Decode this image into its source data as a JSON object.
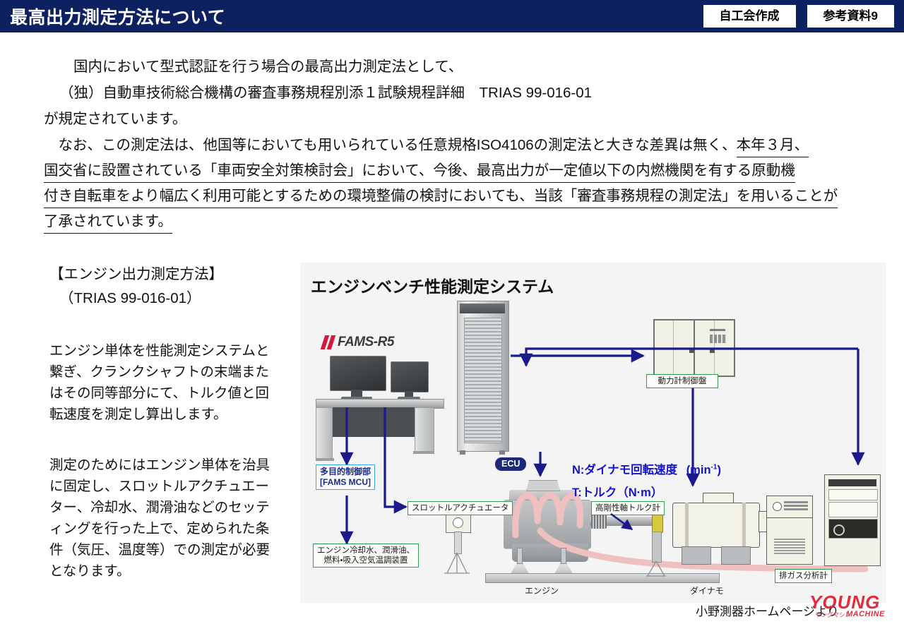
{
  "header": {
    "title": "最高出力測定方法について",
    "tags": [
      "自工会作成",
      "参考資料9"
    ],
    "bg_color": "#0d2060"
  },
  "body": {
    "paragraph1": [
      "国内において型式認証を行う場合の最高出力測定法として、",
      "（独）自動車技術総合機構の審査事務規程別添１試験規程詳細　TRIAS 99-016-01",
      "が規定されています。"
    ],
    "paragraph2": {
      "line1_plain": "　なお、この測定法は、他国等においても用いられている任意規格ISO4106の測定法と大きな差異は無く、",
      "line1_underlined": "本年３月、",
      "line2_underlined": "国交省に設置されている「車両安全対策検討会」において、今後、最高出力が一定値以下の内燃機関を有する原動機",
      "line3_underlined": "付き自転車をより幅広く利用可能とするための環境整備の検討においても、当該「審査事務規程の測定法」を用いることが",
      "line4_underlined": "了承されています。"
    }
  },
  "left_column": {
    "heading": "【エンジン出力測定方法】",
    "subheading": "（TRIAS 99-016-01）",
    "paragraph1": "エンジン単体を性能測定システムと繋ぎ、クランクシャフトの末端またはその同等部分にて、トルク値と回転速度を測定し算出します。",
    "paragraph2": "測定のためにはエンジン単体を治具に固定し、スロットルアクチュエーター、冷却水、潤滑油などのセッティングを行った上で、定められた条件（気圧、温度等）での測定が必要となります。"
  },
  "diagram": {
    "title": "エンジンベンチ性能測定システム",
    "brand_logo": "FAMS-R5",
    "labels": {
      "fams_mcu": "多目的制御部\n[FAMS MCU]",
      "fams_mcu_line1": "多目的制御部",
      "fams_mcu_line2": "[FAMS MCU]",
      "coolant": "エンジン冷却水、潤滑油、\n燃料・吸入空気温調装置",
      "coolant_line1": "エンジン冷却水、潤滑油、",
      "coolant_line2": "燃料・吸入空気温調装置",
      "throttle_actuator": "スロットルアクチュエータ",
      "dyno_control_panel": "動力計制御盤",
      "torque_meter": "高剛性軸トルク計",
      "exhaust_analyzer": "排ガス分析計",
      "ecu": "ECU",
      "engine": "エンジン",
      "dyno": "ダイナモ"
    },
    "formulas": {
      "n_line": "N:ダイナモ回転速度　(min-1)",
      "n_label": "N:ダイナモ回転速度",
      "n_unit_base": "(min",
      "n_unit_sup": "-1",
      "n_unit_close": ")",
      "t_line": "T:トルク（N·m）"
    },
    "credit": "小野測器ホームページより",
    "watermark": {
      "primary": "YOUNG",
      "secondary": "MACHINE",
      "kana": "ヤングマシン"
    },
    "colors": {
      "arrow": "#1a1a8c",
      "green_label_border": "#2f9e54",
      "blue_label_border": "#38a9e0",
      "formula_text": "#1414c8",
      "watermark": "#e11b2e"
    }
  }
}
